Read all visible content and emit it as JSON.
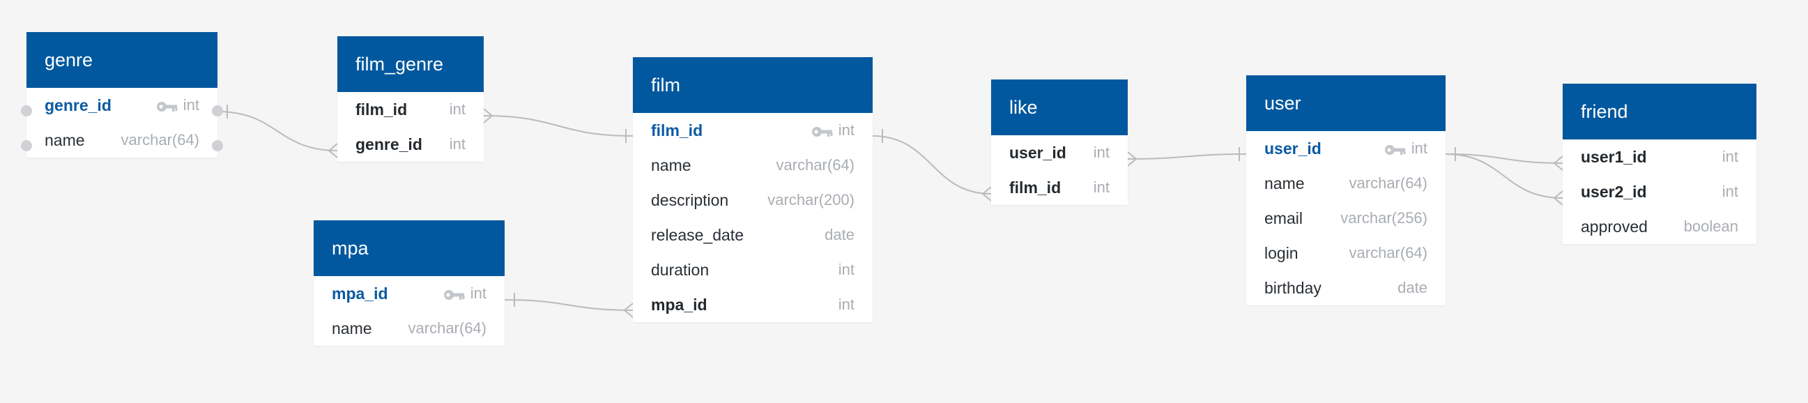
{
  "tables": {
    "genre": {
      "name": "genre",
      "fields": [
        {
          "name": "genre_id",
          "type": "int",
          "role": "pk"
        },
        {
          "name": "name",
          "type": "varchar(64)",
          "role": ""
        }
      ]
    },
    "film_genre": {
      "name": "film_genre",
      "fields": [
        {
          "name": "film_id",
          "type": "int",
          "role": "fk"
        },
        {
          "name": "genre_id",
          "type": "int",
          "role": "fk"
        }
      ]
    },
    "mpa": {
      "name": "mpa",
      "fields": [
        {
          "name": "mpa_id",
          "type": "int",
          "role": "pk"
        },
        {
          "name": "name",
          "type": "varchar(64)",
          "role": ""
        }
      ]
    },
    "film": {
      "name": "film",
      "fields": [
        {
          "name": "film_id",
          "type": "int",
          "role": "pk"
        },
        {
          "name": "name",
          "type": "varchar(64)",
          "role": ""
        },
        {
          "name": "description",
          "type": "varchar(200)",
          "role": ""
        },
        {
          "name": "release_date",
          "type": "date",
          "role": ""
        },
        {
          "name": "duration",
          "type": "int",
          "role": ""
        },
        {
          "name": "mpa_id",
          "type": "int",
          "role": "fk"
        }
      ]
    },
    "like": {
      "name": "like",
      "fields": [
        {
          "name": "user_id",
          "type": "int",
          "role": "fk"
        },
        {
          "name": "film_id",
          "type": "int",
          "role": "fk"
        }
      ]
    },
    "user": {
      "name": "user",
      "fields": [
        {
          "name": "user_id",
          "type": "int",
          "role": "pk"
        },
        {
          "name": "name",
          "type": "varchar(64)",
          "role": ""
        },
        {
          "name": "email",
          "type": "varchar(256)",
          "role": ""
        },
        {
          "name": "login",
          "type": "varchar(64)",
          "role": ""
        },
        {
          "name": "birthday",
          "type": "date",
          "role": ""
        }
      ]
    },
    "friend": {
      "name": "friend",
      "fields": [
        {
          "name": "user1_id",
          "type": "int",
          "role": "fk"
        },
        {
          "name": "user2_id",
          "type": "int",
          "role": "fk"
        },
        {
          "name": "approved",
          "type": "boolean",
          "role": ""
        }
      ]
    }
  },
  "relations": [
    {
      "from": "genre.genre_id",
      "to": "film_genre.genre_id",
      "cardinality": "one-to-many"
    },
    {
      "from": "film.film_id",
      "to": "film_genre.film_id",
      "cardinality": "one-to-many"
    },
    {
      "from": "mpa.mpa_id",
      "to": "film.mpa_id",
      "cardinality": "one-to-many"
    },
    {
      "from": "film.film_id",
      "to": "like.film_id",
      "cardinality": "one-to-many"
    },
    {
      "from": "user.user_id",
      "to": "like.user_id",
      "cardinality": "one-to-many"
    },
    {
      "from": "user.user_id",
      "to": "friend.user1_id",
      "cardinality": "one-to-many"
    },
    {
      "from": "user.user_id",
      "to": "friend.user2_id",
      "cardinality": "one-to-many"
    }
  ],
  "colors": {
    "header": "#02589e",
    "primary_key_text": "#0b5aa2",
    "connector": "#b8bbbf",
    "background": "#f4f5f4"
  },
  "icons": {
    "primary_key": "key-icon",
    "endpoint": "dot"
  }
}
